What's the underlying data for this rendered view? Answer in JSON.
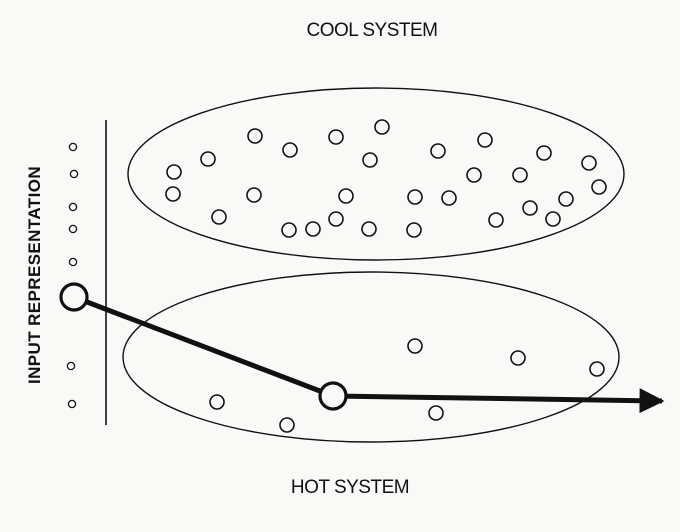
{
  "labels": {
    "cool_system": "COOL SYSTEM",
    "hot_system": "HOT SYSTEM",
    "input_representation": "INPUT REPRESENTATION"
  },
  "colors": {
    "ink": "#111111",
    "background": "#f9f9f7"
  }
}
